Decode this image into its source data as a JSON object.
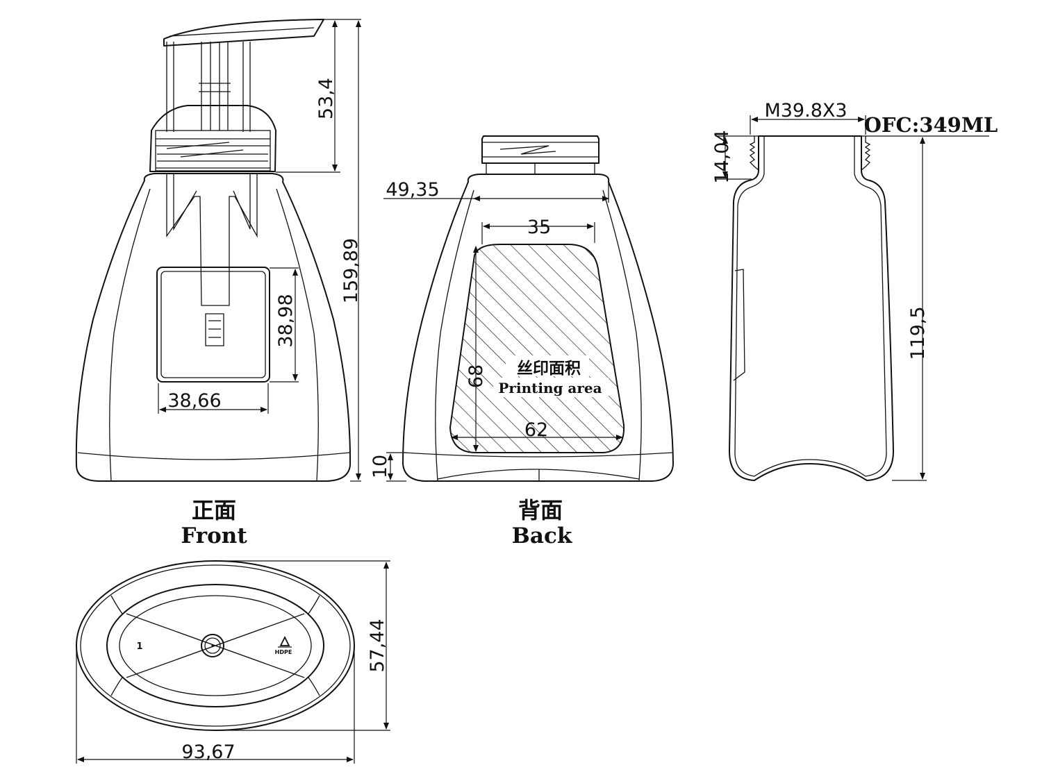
{
  "views": {
    "front": {
      "label_zh": "正面",
      "label_en": "Front"
    },
    "back": {
      "label_zh": "背面",
      "label_en": "Back"
    }
  },
  "printing_area": {
    "label_zh": "丝印面积",
    "label_en": "Printing area"
  },
  "capacity": "OFC:349ML",
  "thread": "M39.8X3",
  "base_marks": {
    "resin_code": "1",
    "resin_name": "HDPE"
  },
  "dimensions": {
    "pump_height": "53,4",
    "total_height": "159,89",
    "window_height": "38,98",
    "window_width": "38,66",
    "shoulder_width": "49,35",
    "print_width_top": "35",
    "print_height": "68",
    "print_width_bottom": "62",
    "bottom_margin": "10",
    "neck_height": "14,04",
    "body_height": "119,5",
    "base_depth": "57,44",
    "base_width": "93,67"
  },
  "colors": {
    "line": "#111111",
    "background": "#ffffff"
  }
}
